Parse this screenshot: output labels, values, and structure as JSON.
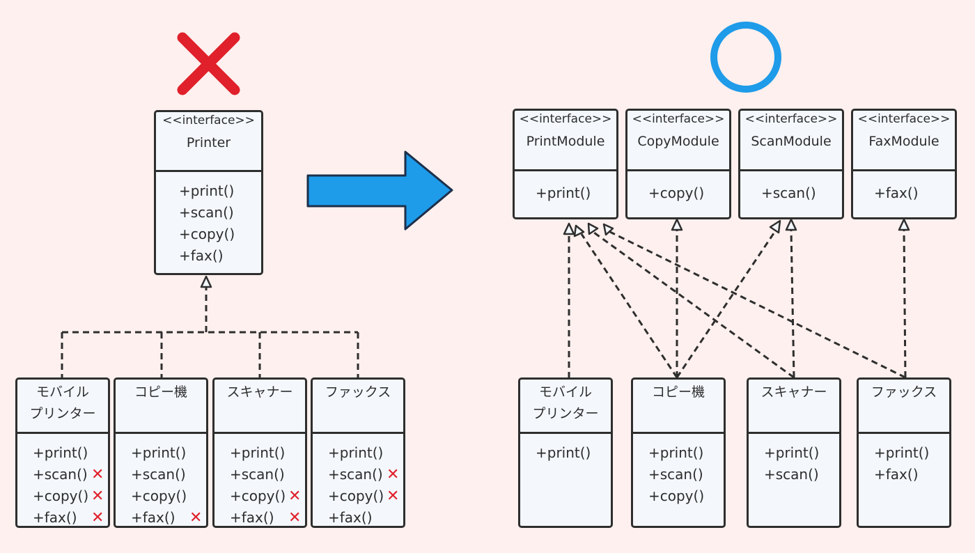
{
  "colors": {
    "bad": "#e0202a",
    "good": "#1e9be9",
    "arrow": "#1e9be9",
    "line": "#2e2e2e",
    "background": "#fdf0ee",
    "box_fill": "#f4f8fd"
  },
  "icons": {
    "bad_mark": "red-cross-icon",
    "good_mark": "blue-circle-icon",
    "transition": "right-arrow-icon",
    "removed_method": "small-red-cross-icon"
  },
  "stereotype": "<<interface>>",
  "before": {
    "interface": {
      "name": "Printer",
      "methods": [
        "+print()",
        "+scan()",
        "+copy()",
        "+fax()"
      ]
    },
    "classes": [
      {
        "name1": "モバイル",
        "name2": "プリンター",
        "methods": [
          "+print()",
          "+scan()",
          "+copy()",
          "+fax()"
        ],
        "unused": [
          false,
          true,
          true,
          true
        ]
      },
      {
        "name1": "コピー機",
        "name2": "",
        "methods": [
          "+print()",
          "+scan()",
          "+copy()",
          "+fax()"
        ],
        "unused": [
          false,
          false,
          false,
          true
        ]
      },
      {
        "name1": "スキャナー",
        "name2": "",
        "methods": [
          "+print()",
          "+scan()",
          "+copy()",
          "+fax()"
        ],
        "unused": [
          false,
          false,
          true,
          true
        ]
      },
      {
        "name1": "ファックス",
        "name2": "",
        "methods": [
          "+print()",
          "+scan()",
          "+copy()",
          "+fax()"
        ],
        "unused": [
          false,
          true,
          true,
          false
        ]
      }
    ]
  },
  "after": {
    "interfaces": [
      {
        "name": "PrintModule",
        "methods": [
          "+print()"
        ]
      },
      {
        "name": "CopyModule",
        "methods": [
          "+copy()"
        ]
      },
      {
        "name": "ScanModule",
        "methods": [
          "+scan()"
        ]
      },
      {
        "name": "FaxModule",
        "methods": [
          "+fax()"
        ]
      }
    ],
    "classes": [
      {
        "name1": "モバイル",
        "name2": "プリンター",
        "methods": [
          "+print()"
        ]
      },
      {
        "name1": "コピー機",
        "name2": "",
        "methods": [
          "+print()",
          "+scan()",
          "+copy()"
        ]
      },
      {
        "name1": "スキャナー",
        "name2": "",
        "methods": [
          "+print()",
          "+scan()"
        ]
      },
      {
        "name1": "ファックス",
        "name2": "",
        "methods": [
          "+print()",
          "+fax()"
        ]
      }
    ]
  }
}
